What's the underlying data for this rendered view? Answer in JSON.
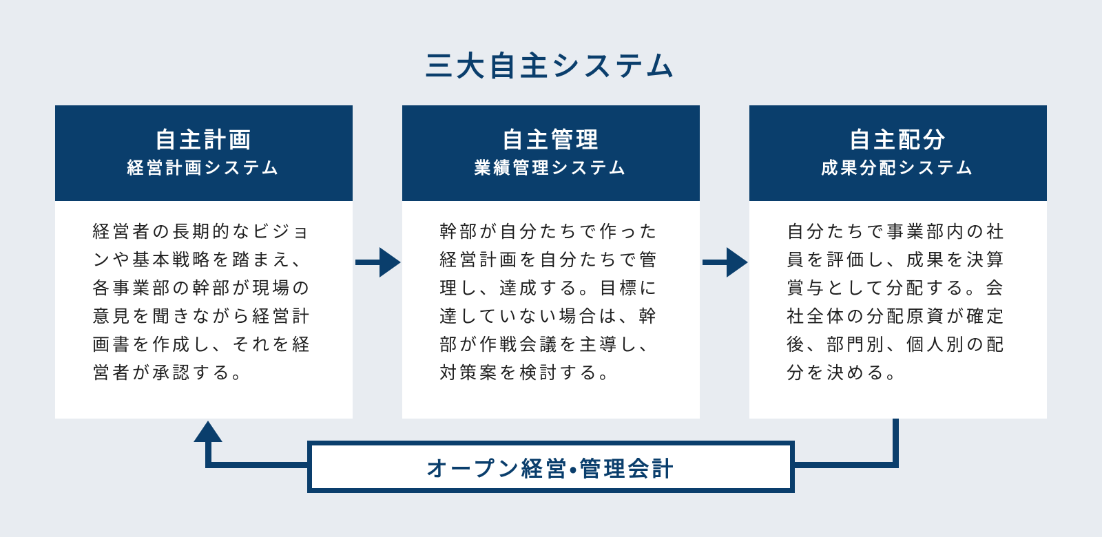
{
  "title": "三大自主システム",
  "cards": [
    {
      "title": "自主計画",
      "subtitle": "経営計画システム",
      "body": "経営者の長期的なビジョンや基本戦略を踏まえ、各事業部の幹部が現場の意見を聞きながら経営計画書を作成し、それを経営者が承認する。"
    },
    {
      "title": "自主管理",
      "subtitle": "業績管理システム",
      "body": "幹部が自分たちで作った経営計画を自分たちで管理し、達成する。目標に達していない場合は、幹部が作戦会議を主導し、対策案を検討する。"
    },
    {
      "title": "自主配分",
      "subtitle": "成果分配システム",
      "body": "自分たちで事業部内の社員を評価し、成果を決算賞与として分配する。会社全体の分配原資が確定後、部門別、個人別の配分を決める。"
    }
  ],
  "bottom_box": {
    "label": "オープン経営・管理会計"
  },
  "flow": {
    "arrows": [
      "card-1-to-card-2",
      "card-2-to-card-3",
      "bottom-box-to-card-1-feedback"
    ]
  },
  "colors": {
    "navy": "#0A3E6C",
    "background": "#E8ECF1",
    "card_bg": "#FFFFFF",
    "body_text": "#1E1E1E",
    "header_text": "#FFFFFF"
  }
}
